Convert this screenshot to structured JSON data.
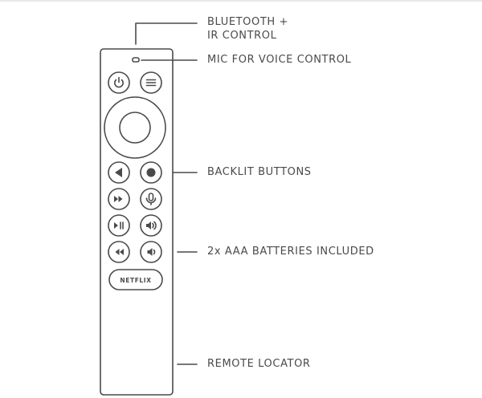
{
  "callouts": {
    "bluetooth_line1": "BLUETOOTH +",
    "bluetooth_line2": "IR CONTROL",
    "mic": "MIC FOR VOICE CONTROL",
    "backlit": "BACKLIT BUTTONS",
    "batteries": "2x AAA BATTERIES INCLUDED",
    "locator": "REMOTE LOCATOR"
  },
  "remote": {
    "netflix_label": "NETFLIX"
  },
  "colors": {
    "stroke": "#4a4a4a",
    "text": "#4a4a4a",
    "background": "#ffffff"
  },
  "icons": [
    "power-icon",
    "menu-icon",
    "back-icon",
    "home-icon",
    "fast-forward-icon",
    "microphone-icon",
    "play-pause-icon",
    "volume-up-icon",
    "rewind-icon",
    "volume-down-icon"
  ]
}
